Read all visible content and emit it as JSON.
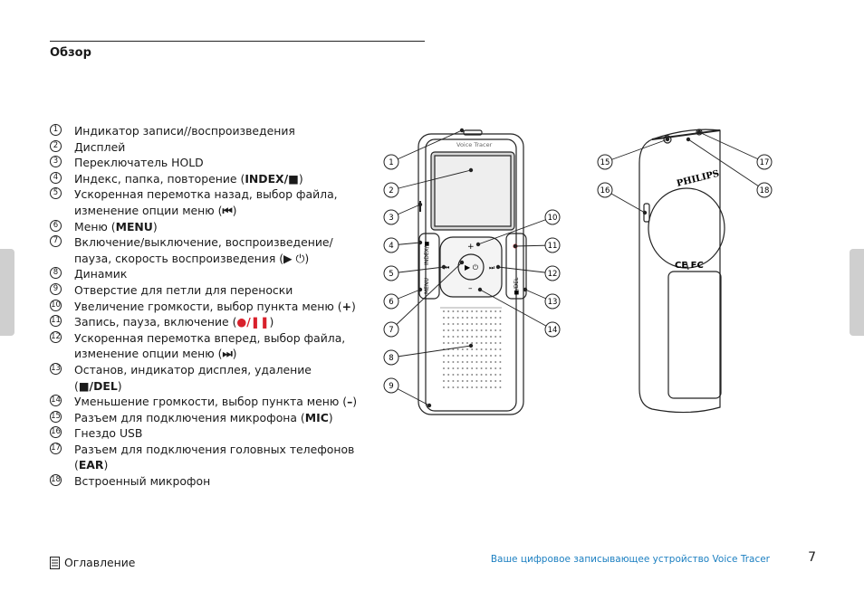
{
  "section_title": "Обзор",
  "legend": [
    {
      "num": "1",
      "text": "Индикатор записи//воспроизведения"
    },
    {
      "num": "2",
      "text": "Дисплей"
    },
    {
      "num": "3",
      "text": "Переключатель HOLD"
    },
    {
      "num": "4",
      "prefix": "Индекс, папка, повторение (",
      "key": "INDEX/■",
      "suffix": ")"
    },
    {
      "num": "5",
      "prefix": "Ускоренная перемотка назад, выбор файла, изменение опции меню (",
      "key": "⏮",
      "suffix": ")"
    },
    {
      "num": "6",
      "prefix": "Меню (",
      "key": "MENU",
      "suffix": ")"
    },
    {
      "num": "7",
      "text": "Включение/выключение, воспроизведение/ пауза, скорость воспроизведения (▶ ⏻)"
    },
    {
      "num": "8",
      "text": "Динамик"
    },
    {
      "num": "9",
      "text": "Отверстие для петли для переноски"
    },
    {
      "num": "10",
      "prefix": "Увеличение громкости, выбор пункта меню (",
      "key": "+",
      "suffix": ")"
    },
    {
      "num": "11",
      "prefix": "Запись, пауза, включение (",
      "key": "●/❚❚",
      "suffix": ")"
    },
    {
      "num": "12",
      "prefix": "Ускоренная перемотка вперед, выбор файла, изменение опции меню (",
      "key": "⏭",
      "suffix": ")"
    },
    {
      "num": "13",
      "prefix": "Останов, индикатор дисплея, удаление (",
      "key": "■/DEL",
      "suffix": ")"
    },
    {
      "num": "14",
      "prefix": "Уменьшение громкости, выбор пункта меню (",
      "key": "–",
      "suffix": ")"
    },
    {
      "num": "15",
      "prefix": "Разъем для подключения микрофона (",
      "key": "MIC",
      "suffix": ")"
    },
    {
      "num": "16",
      "text": "Гнездо USB"
    },
    {
      "num": "17",
      "prefix": "Разъем для подключения головных телефонов (",
      "key": "EAR",
      "suffix": ")"
    },
    {
      "num": "18",
      "text": "Встроенный микрофон"
    }
  ],
  "device": {
    "brand_label": "Voice Tracer",
    "index_label": "INDEX/■",
    "menu_label": "MENU",
    "del_label": "■/DEL",
    "philips_label": "PHILIPS",
    "cert_label": "CE FC"
  },
  "callouts": [
    "1",
    "2",
    "3",
    "4",
    "5",
    "6",
    "7",
    "8",
    "9",
    "10",
    "11",
    "12",
    "13",
    "14",
    "15",
    "16",
    "17",
    "18"
  ],
  "toc_label": "Оглавление",
  "footer_title": "Ваше цифровое записывающее устройство Voice Tracer",
  "page_number": "7",
  "colors": {
    "accent_blue": "#1b7fc1",
    "record_red": "#d8202b"
  }
}
